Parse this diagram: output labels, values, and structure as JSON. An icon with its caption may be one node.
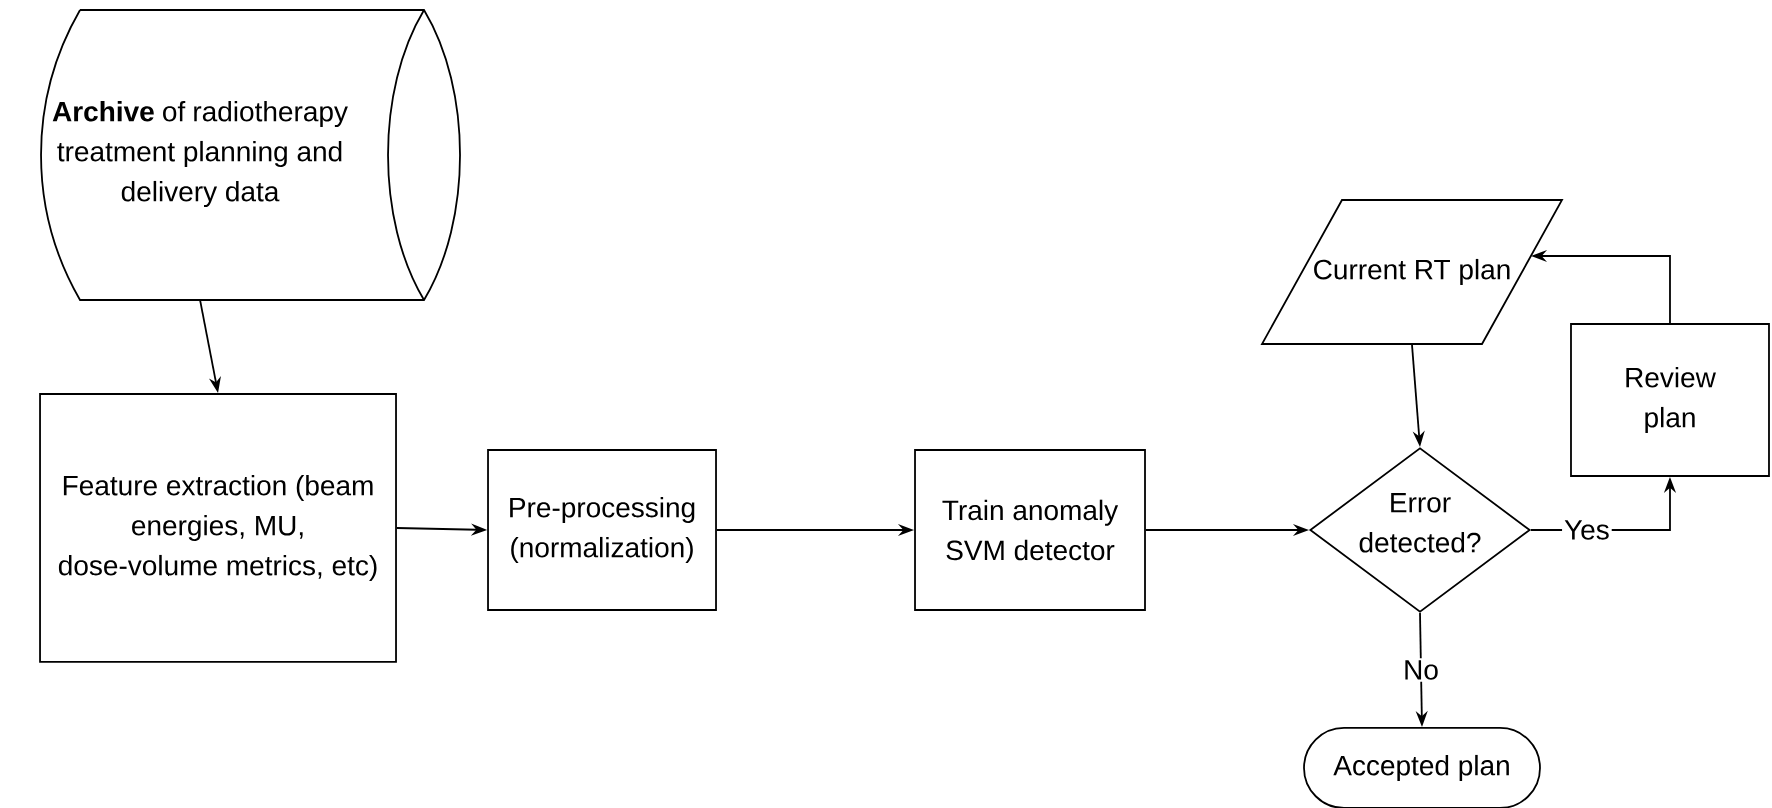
{
  "diagram": {
    "nodes": [
      {
        "text": [
          "**Archive** of radiotherapy treatment planning and delivery data"
        ]
      },
      {
        "text": [
          "Feature extraction (beam energies, MU, dose-volume metrics, etc)"
        ]
      },
      {
        "text": [
          "Pre-processing (normalization)"
        ]
      },
      {
        "text": [
          "Train anomaly SVM detector"
        ]
      },
      {
        "text": [
          "Current RT plan"
        ]
      },
      {
        "text": [
          "Error detected?"
        ]
      },
      {
        "text": [
          "Review plan"
        ]
      },
      {
        "text": [
          "Accepted plan"
        ]
      }
    ],
    "edges": [
      {
        "from": 0,
        "to": 1,
        "arrow": "to"
      },
      {
        "from": 1,
        "to": 2,
        "arrow": "to"
      },
      {
        "from": 2,
        "to": 3,
        "arrow": "to"
      },
      {
        "from": 3,
        "to": 5,
        "arrow": "to"
      },
      {
        "from": 4,
        "to": 5,
        "arrow": "to"
      },
      {
        "from": 5,
        "to": 6,
        "arrow": "to",
        "label": "Yes"
      },
      {
        "from": 6,
        "to": 4,
        "arrow": "to"
      },
      {
        "from": 5,
        "to": 7,
        "arrow": "to",
        "label": "No"
      }
    ]
  }
}
